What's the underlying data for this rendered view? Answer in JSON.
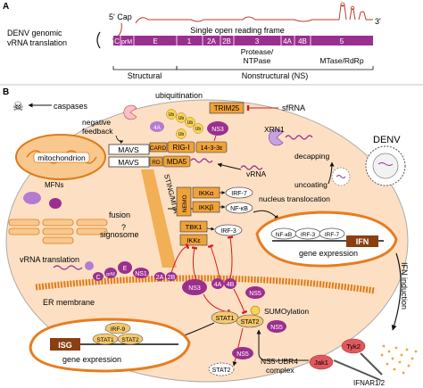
{
  "panel_a": {
    "letter": "A",
    "genome_label": [
      "DENV genomic",
      "vRNA translation"
    ],
    "cap5": "5' Cap",
    "end3": "3'",
    "orf_label": "Single open reading frame",
    "genes": [
      "C",
      "prM",
      "E",
      "1",
      "2A",
      "2B",
      "3",
      "4A",
      "4B",
      "5"
    ],
    "protease": [
      "Protease/",
      "NTPase"
    ],
    "mtase": "MTase/RdRp",
    "structural": "Structural",
    "nonstructural": "Nonstructural (NS)"
  },
  "panel_b": {
    "letter": "B",
    "caspases": "caspases",
    "ubiquitination": "ubiquitination",
    "trim25": "TRIM25",
    "ub": "Ub",
    "sfrna": "sfRNA",
    "negative_feedback": [
      "negative",
      "feedback"
    ],
    "mitochondrion": "mitochondrion",
    "mavs": "MAVS",
    "card": "CARD",
    "rd": "RD",
    "rig1": "RIG-I",
    "mda5": "MDA5",
    "p1433": "14-3-3ε",
    "xrn1": "XRN1",
    "decapping": "decapping",
    "denv": "DENV",
    "vrna": "vRNA",
    "uncoating": "uncoating",
    "mfns": "MFNs",
    "fusion": "fusion",
    "signosome": "signosome",
    "sting": "STING/MITA",
    "nemo": "NEMO",
    "ikka": "IKKα",
    "ikkb": "IKKβ",
    "tbk1": "TBK1",
    "ikke": "IKKε",
    "irf7": "IRF-7",
    "nfkb": "NF-κB",
    "irf3": "IRF-3",
    "nucleus_translocation": "nucleus translocation",
    "ifn": "IFN",
    "gene_expression": "gene expression",
    "ifn_induction": "IFN induction",
    "vrna_translation": "vRNA translation",
    "er_membrane": "ER membrane",
    "c": "C",
    "prm": "prM",
    "e": "E",
    "ns1": "NS1",
    "ns2a": "2A",
    "ns2b": "2B",
    "ns3": "NS3",
    "ns4a": "4A",
    "ns4b": "4B",
    "ns5": "NS5",
    "sumoylation": "SUMOylation",
    "stat1": "STAT1",
    "stat2": "STAT2",
    "irf9": "IRF-9",
    "isg": "ISG",
    "tyk2": "Tyk2",
    "jak1": "Jak1",
    "ifnar": "IFNAR1/2",
    "ns5_ubr4": [
      "NS5-UBR4",
      "complex"
    ]
  },
  "colors": {
    "purple": "#9b2f8f",
    "orange": "#f0a23a",
    "orange_dark": "#e07b16",
    "peach": "#fde0c4",
    "nucleus_border": "#e87c1e",
    "red": "#d7191c",
    "lavender": "#d9b6e8"
  }
}
